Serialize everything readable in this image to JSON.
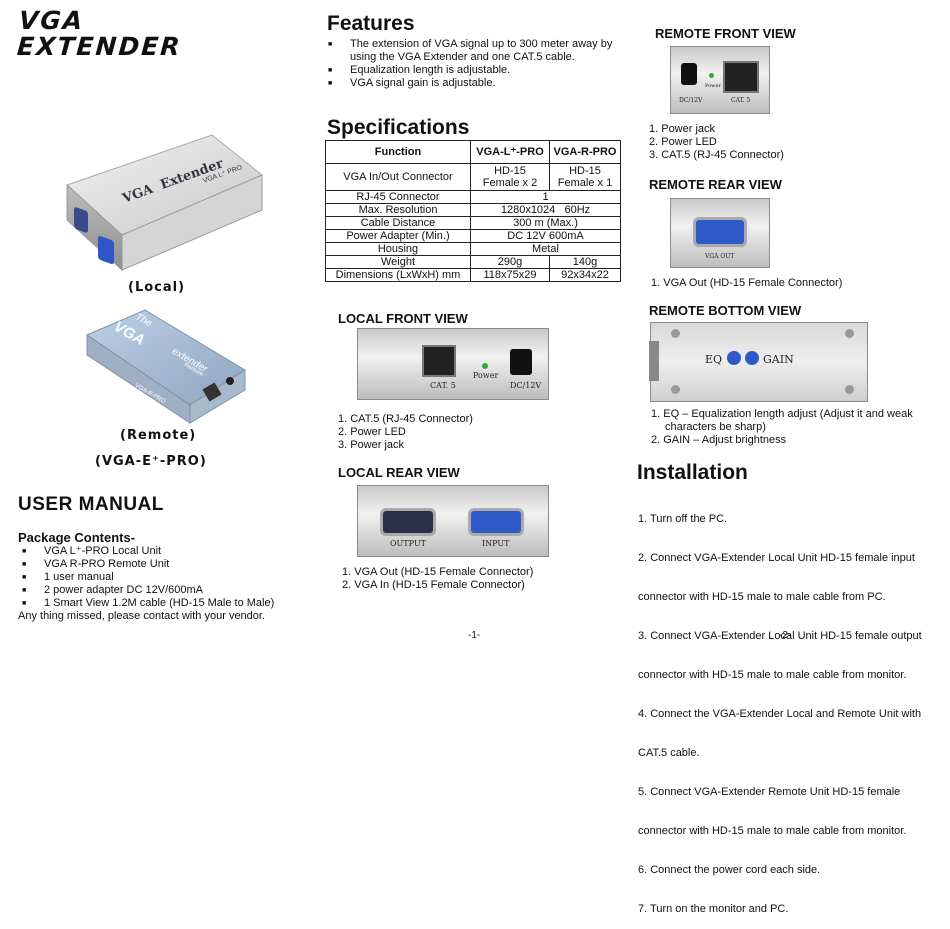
{
  "brand": {
    "line1": "VGA",
    "line2": "EXTENDER"
  },
  "left": {
    "local_caption": "(Local)",
    "remote_caption": "(Remote)",
    "model_caption": "(VGA-E⁺-PRO)",
    "device_local_text": "VGA  Extender",
    "device_local_model": "VGA L⁺ PRO",
    "device_remote_text1": "The",
    "device_remote_text2": "VGA",
    "device_remote_text3": "extender",
    "device_remote_text4": "Remote",
    "device_remote_model": "VGA-R-PRO",
    "manual_title": "USER MANUAL",
    "package_title": "Package Contents-",
    "package_items": [
      "VGA L⁺-PRO Local Unit",
      "VGA R-PRO Remote Unit",
      "1 user manual",
      "2 power adapter DC 12V/600mA",
      "1 Smart View 1.2M cable (HD-15 Male to Male)"
    ],
    "package_note": "Any thing missed, please contact with your vendor."
  },
  "features": {
    "title": "Features",
    "items": [
      "The extension of VGA signal up to 300 meter away by using the VGA Extender and one CAT.5 cable.",
      "Equalization length is adjustable.",
      "VGA signal gain is adjustable."
    ]
  },
  "specs": {
    "title": "Specifications",
    "headers": [
      "Function",
      "VGA-L⁺-PRO",
      "VGA-R-PRO"
    ],
    "row_inout": {
      "label": "VGA In/Out Connector",
      "l1": "HD-15",
      "l2": "Female x 2",
      "r1": "HD-15",
      "r2": "Female x 1"
    },
    "rows_merged": [
      {
        "label": "RJ-45 Connector",
        "value": "1"
      },
      {
        "label": "Max. Resolution",
        "value": "1280x1024   60Hz"
      },
      {
        "label": "Cable Distance",
        "value": "300 m (Max.)"
      },
      {
        "label": "Power Adapter (Min.)",
        "value": "DC 12V 600mA"
      },
      {
        "label": "Housing",
        "value": "Metal"
      }
    ],
    "rows_split": [
      {
        "label": "Weight",
        "l": "290g",
        "r": "140g"
      },
      {
        "label": "Dimensions (LxWxH) mm",
        "l": "118x75x29",
        "r": "92x34x22"
      }
    ]
  },
  "local_front": {
    "title": "LOCAL FRONT VIEW",
    "labels": [
      "CAT. 5",
      "Power",
      "DC/12V"
    ],
    "items": [
      "1. CAT.5 (RJ-45 Connector)",
      "2. Power LED",
      "3. Power jack"
    ]
  },
  "local_rear": {
    "title": "LOCAL REAR VIEW",
    "labels": [
      "OUTPUT",
      "INPUT"
    ],
    "items": [
      "1. VGA Out (HD-15 Female Connector)",
      "2. VGA In (HD-15 Female Connector)"
    ]
  },
  "remote_front": {
    "title": "REMOTE FRONT VIEW",
    "labels": [
      "DC/12V",
      "Power",
      "CAT. 5"
    ],
    "items": [
      "1. Power jack",
      "2. Power LED",
      "3. CAT.5 (RJ-45 Connector)"
    ]
  },
  "remote_rear": {
    "title": "REMOTE REAR VIEW",
    "labels": [
      "VGA OUT"
    ],
    "items": [
      "1.  VGA Out (HD-15 Female Connector)"
    ]
  },
  "remote_bottom": {
    "title": "REMOTE BOTTOM VIEW",
    "labels": [
      "EQ",
      "GAIN"
    ],
    "item1a": "1. EQ – Equalization length adjust (Adjust it and weak",
    "item1b": "characters be sharp)",
    "item2": "2. GAIN – Adjust brightness"
  },
  "installation": {
    "title": "Installation",
    "lines": [
      "1. Turn off the PC.",
      "2. Connect VGA-Extender Local Unit HD-15 female input",
      "    connector with HD-15 male to male cable from PC.",
      "3. Connect VGA-Extender Local Unit HD-15 female output",
      "    connector with HD-15 male to male cable from monitor.",
      "4. Connect the VGA-Extender Local and Remote Unit with",
      "    CAT.5 cable.",
      "5. Connect VGA-Extender Remote Unit HD-15 female",
      "    connector with HD-15 male to male cable from monitor.",
      "6. Connect the power cord each side.",
      "7. Turn on the monitor and PC."
    ]
  },
  "footer": {
    "page1": "-1-",
    "page2": "-2-"
  }
}
